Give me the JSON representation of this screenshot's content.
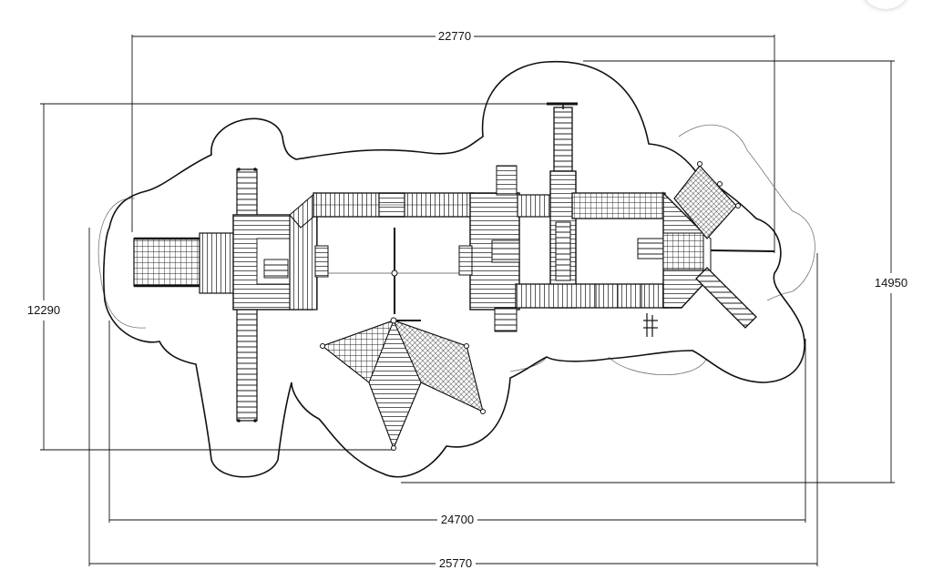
{
  "dimensions": {
    "top_width": "22770",
    "left_height": "12290",
    "right_height": "14950",
    "bottom_inner_width": "24700",
    "bottom_outer_width": "25770"
  },
  "colors": {
    "line": "#111111",
    "background": "#ffffff",
    "thin": "#555555"
  }
}
